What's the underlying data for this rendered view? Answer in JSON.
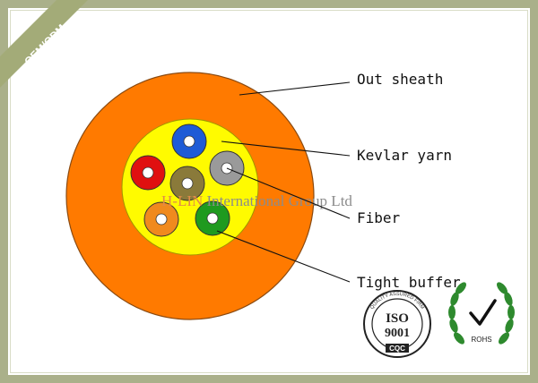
{
  "ribbon": {
    "text": "OEM/ODM",
    "color": "#a3ab78"
  },
  "labels": {
    "out_sheath": "Out sheath",
    "kevlar_yarn": "Kevlar yarn",
    "fiber": "Fiber",
    "tight_buffer": "Tight buffer"
  },
  "watermark": {
    "brand": "H-LIN",
    "rest": " International Group Ltd"
  },
  "colors": {
    "sheath": "#ff7a00",
    "kevlar": "#fffb00",
    "fibers": {
      "top": "#1e5bd6",
      "left": "#e01010",
      "center": "#8a7a3a",
      "right": "#9a9a9a",
      "bottom_left": "#f08a1e",
      "bottom_right": "#1f9a1f"
    }
  },
  "iso_badge": {
    "top_text": "QUALITY ASSURED FIRM",
    "big1": "ISO",
    "big2": "9001",
    "bottom": "CQC"
  },
  "rohs_badge": {
    "text": "ROHS"
  }
}
